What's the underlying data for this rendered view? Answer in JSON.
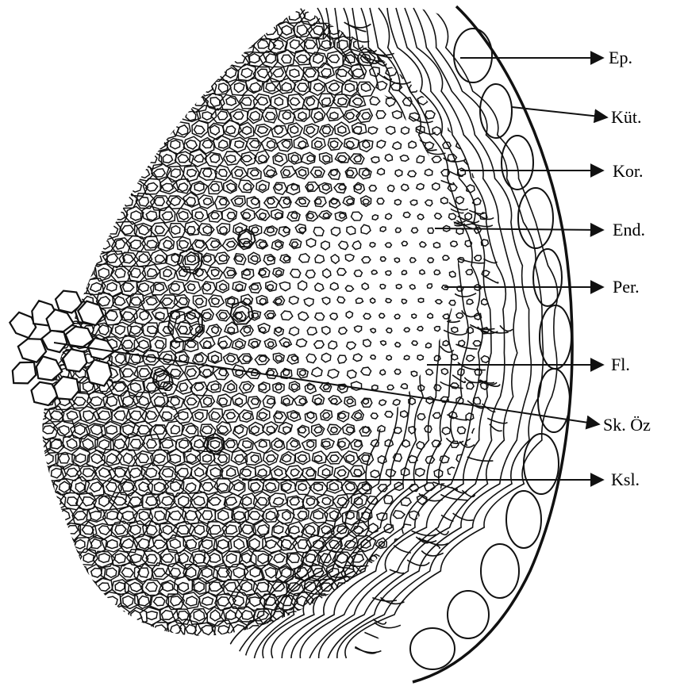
{
  "labels": {
    "ep": "Ep.",
    "kut": "Küt.",
    "kor": "Kor.",
    "end": "End.",
    "per": "Per.",
    "fl": "Fl.",
    "skoz": "Sk. Öz",
    "ksl": "Ksl."
  },
  "colors": {
    "ink": "#111111",
    "paper": "#ffffff"
  }
}
